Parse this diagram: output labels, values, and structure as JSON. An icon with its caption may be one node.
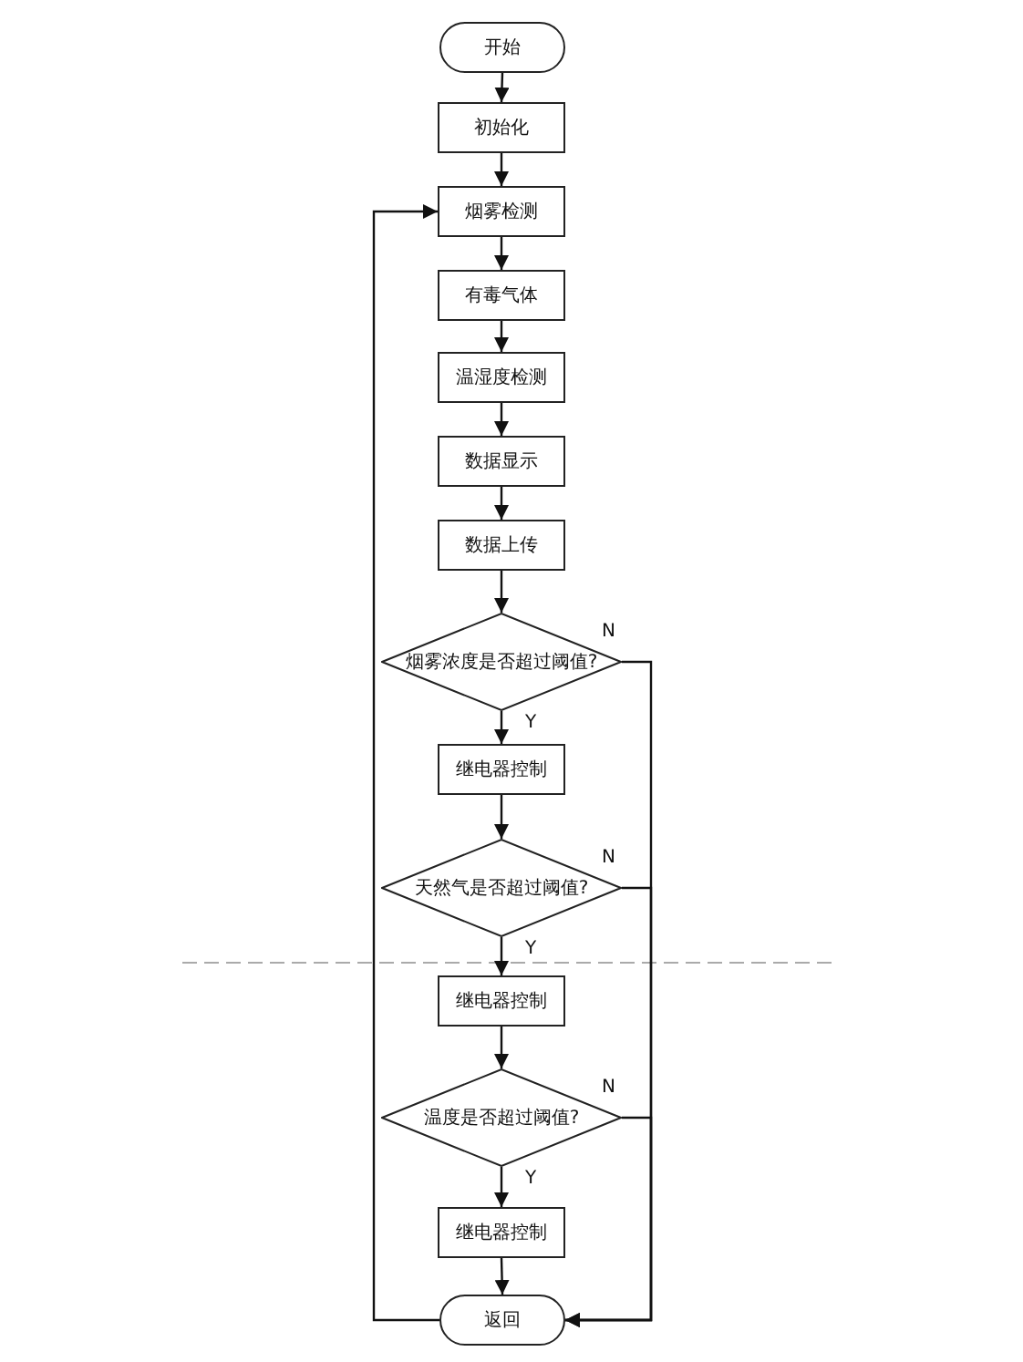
{
  "diagram": {
    "nodes": [
      {
        "text": [
          "开始"
        ]
      },
      {
        "text": [
          "初始化"
        ]
      },
      {
        "text": [
          "烟雾检测"
        ]
      },
      {
        "text": [
          "有毒气体"
        ]
      },
      {
        "text": [
          "温湿度检测"
        ]
      },
      {
        "text": [
          "数据显示"
        ]
      },
      {
        "text": [
          "数据上传"
        ]
      },
      {
        "text": [
          "烟雾浓度是否超过阈值?"
        ]
      },
      {
        "text": [
          "继电器控制"
        ]
      },
      {
        "text": [
          "天然气是否超过阈值?"
        ]
      },
      {
        "text": [
          "继电器控制"
        ]
      },
      {
        "text": [
          "温度是否超过阈值?"
        ]
      },
      {
        "text": [
          "继电器控制"
        ]
      },
      {
        "text": [
          "返回"
        ]
      }
    ],
    "edges": [
      {
        "from": 0,
        "to": 1,
        "arrow": "to"
      },
      {
        "from": 1,
        "to": 2,
        "arrow": "to"
      },
      {
        "from": 2,
        "to": 3,
        "arrow": "to"
      },
      {
        "from": 3,
        "to": 4,
        "arrow": "to"
      },
      {
        "from": 4,
        "to": 5,
        "arrow": "to"
      },
      {
        "from": 5,
        "to": 6,
        "arrow": "to"
      },
      {
        "from": 6,
        "to": 7,
        "arrow": "to"
      },
      {
        "from": 7,
        "to": 8,
        "arrow": "to",
        "label": "Y"
      },
      {
        "from": 8,
        "to": 9,
        "arrow": "to"
      },
      {
        "from": 9,
        "to": 10,
        "arrow": "to",
        "label": "Y"
      },
      {
        "from": 10,
        "to": 11,
        "arrow": "to"
      },
      {
        "from": 11,
        "to": 12,
        "arrow": "to",
        "label": "Y"
      },
      {
        "from": 12,
        "to": 13,
        "arrow": "to"
      },
      {
        "from": 7,
        "to": 13,
        "arrow": "to",
        "label": "N"
      },
      {
        "from": 9,
        "to": 13,
        "arrow": "to",
        "label": "N"
      },
      {
        "from": 11,
        "to": 13,
        "arrow": "to",
        "label": "N"
      },
      {
        "from": 13,
        "to": 2,
        "arrow": "to"
      }
    ]
  }
}
